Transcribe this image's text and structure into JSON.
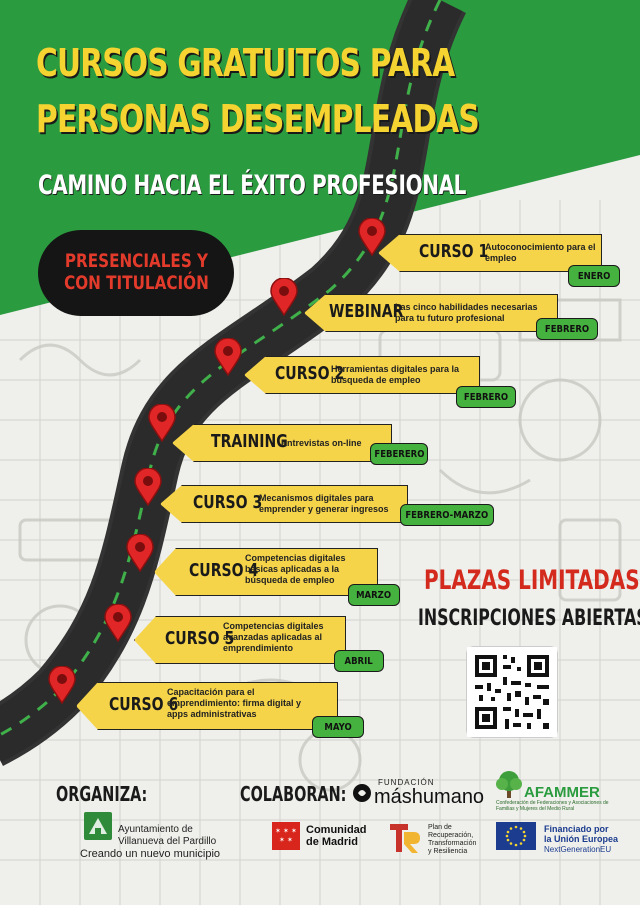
{
  "title": {
    "line1": "CURSOS GRATUITOS PARA",
    "line2": "PERSONAS DESEMPLEADAS",
    "subtitle": "CAMINO HACIA EL ÉXITO PROFESIONAL"
  },
  "badge": {
    "line1": "PRESENCIALES Y",
    "line2": "CON TITULACIÓN"
  },
  "courses": [
    {
      "name": "CURSO 1",
      "desc1": "Autoconocimiento para el",
      "desc2": "empleo",
      "month": "ENERO"
    },
    {
      "name": "WEBINAR",
      "desc1": "Las cinco habilidades necesarias",
      "desc2": "para tu futuro profesional",
      "month": "FEBRERO"
    },
    {
      "name": "CURSO 2",
      "desc1": "Herramientas digitales para la",
      "desc2": "búsqueda de empleo",
      "month": "FEBRERO"
    },
    {
      "name": "TRAINING",
      "desc1": "Entrevistas on-line",
      "desc2": "",
      "month": "FEBERERO"
    },
    {
      "name": "CURSO 3",
      "desc1": "Mecanismos digitales para",
      "desc2": "emprender y generar ingresos",
      "month": "FEBRERO-MARZO"
    },
    {
      "name": "CURSO 4",
      "desc1": "Competencias digitales",
      "desc2": "básicas aplicadas a la",
      "desc3": "búsqueda de empleo",
      "month": "MARZO"
    },
    {
      "name": "CURSO 5",
      "desc1": "Competencias digitales",
      "desc2": "avanzadas aplicadas al",
      "desc3": "emprendimiento",
      "month": "ABRIL"
    },
    {
      "name": "CURSO 6",
      "desc1": "Capacitación para el",
      "desc2": "emprendimiento: firma digital y",
      "desc3": "apps administrativas",
      "month": "MAYO"
    }
  ],
  "plazas": "PLAZAS LIMITADAS",
  "inscripciones": "INSCRIPCIONES ABIERTAS",
  "footer": {
    "organiza": "ORGANIZA:",
    "colaboran": "COLABORAN:",
    "ayto_line1": "Ayuntamiento de",
    "ayto_line2": "Villanueva del Pardillo",
    "ayto_slogan": "Creando un nuevo municipio",
    "fundacion_small": "FUNDACIÓN",
    "fundacion_name": "máshumano",
    "afammer": "AFAMMER",
    "afammer_desc1": "Confederación de Federaciones y Asociaciones de",
    "afammer_desc2": "Familias y Mujeres del Medio Rural",
    "cm_line1": "Comunidad",
    "cm_line2": "de Madrid",
    "plan_line1": "Plan de",
    "plan_line2": "Recuperación,",
    "plan_line3": "Transformación",
    "plan_line4": "y Resiliencia",
    "eu_line1": "Financiado por",
    "eu_line2": "la Unión Europea",
    "eu_line3": "NextGenerationEU"
  },
  "colors": {
    "green": "#2a9b3e",
    "yellow": "#f5d431",
    "red": "#d42a1e",
    "month_green": "#45b13e"
  }
}
